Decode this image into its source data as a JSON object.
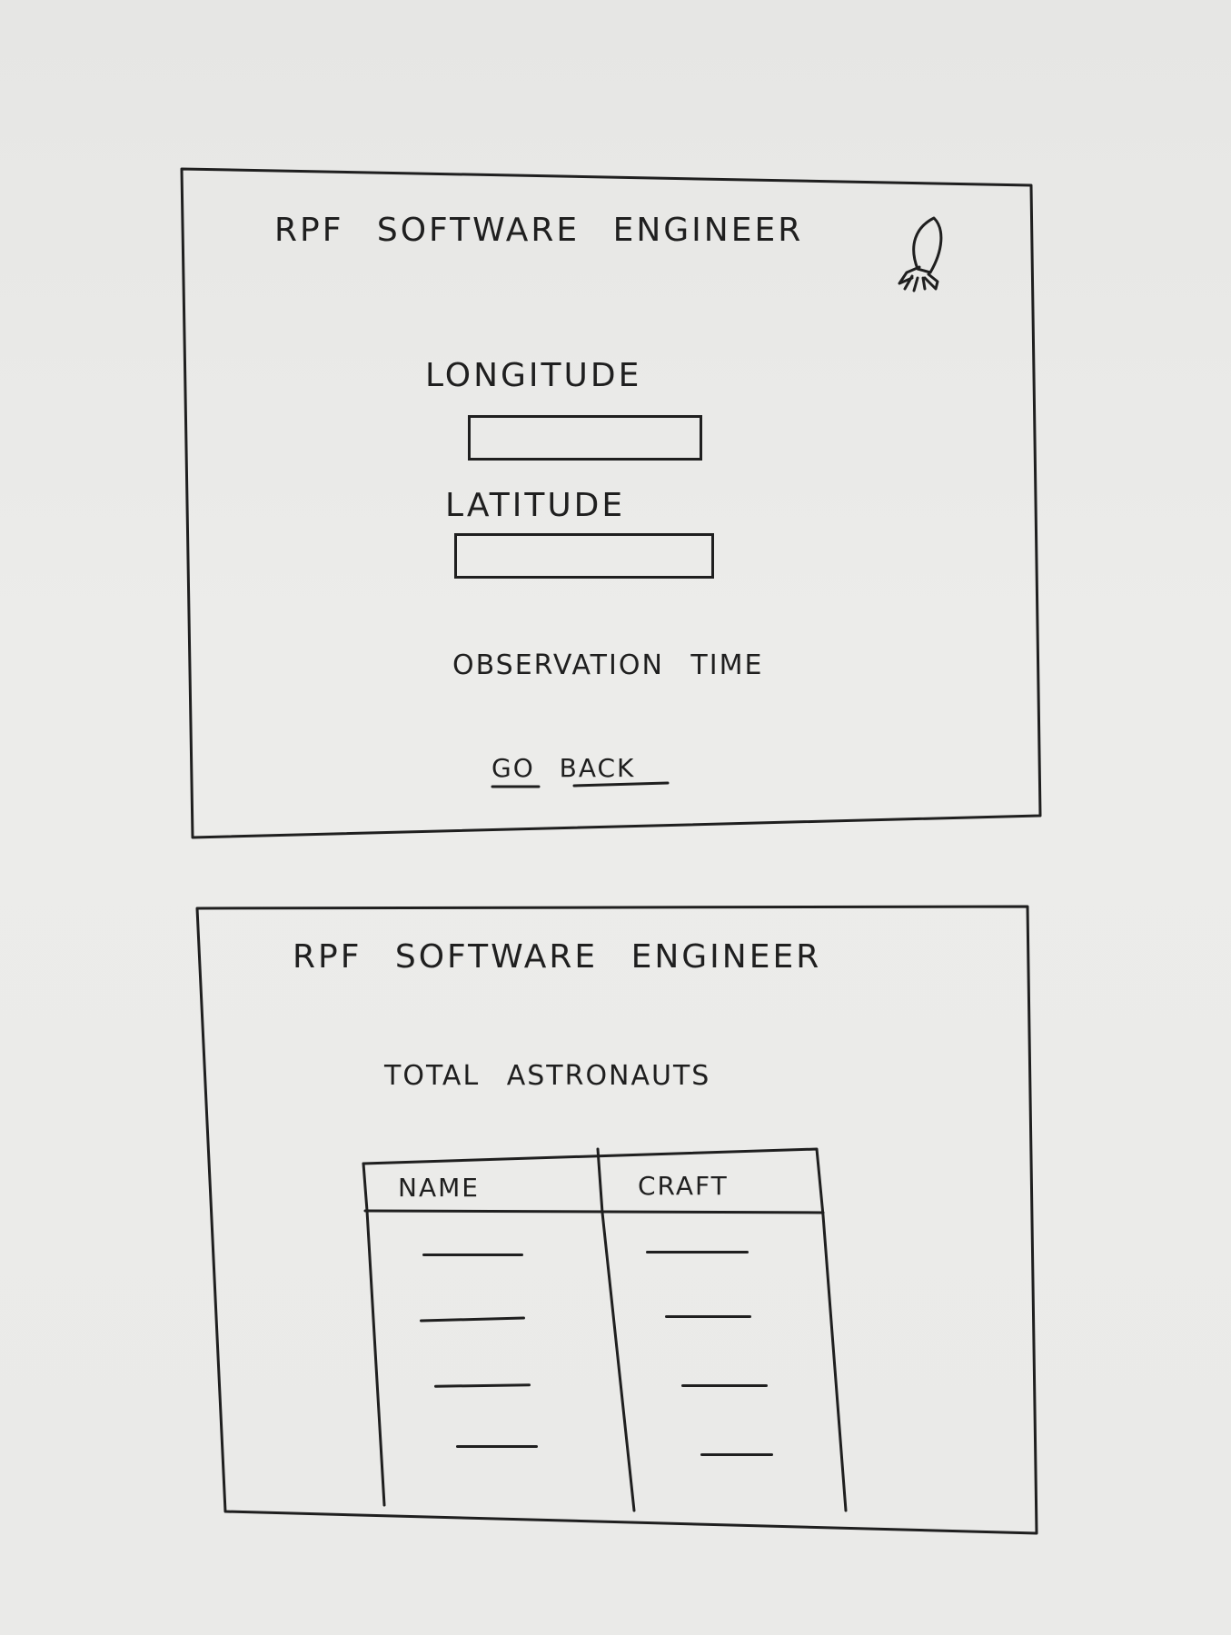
{
  "screen_location": {
    "title": "RPF SOFTWARE ENGINEER",
    "title_icon": "rocket-icon",
    "longitude_label": "LONGITUDE",
    "longitude_value": "",
    "latitude_label": "LATITUDE",
    "latitude_value": "",
    "observation_time_label": "OBSERVATION TIME",
    "go_back_label": "GO BACK"
  },
  "screen_astronauts": {
    "title": "RPF SOFTWARE ENGINEER",
    "total_label": "TOTAL ASTRONAUTS",
    "table": {
      "columns": [
        "NAME",
        "CRAFT"
      ],
      "rows": [
        [
          "",
          ""
        ],
        [
          "",
          ""
        ],
        [
          "",
          ""
        ],
        [
          "",
          ""
        ]
      ]
    }
  }
}
